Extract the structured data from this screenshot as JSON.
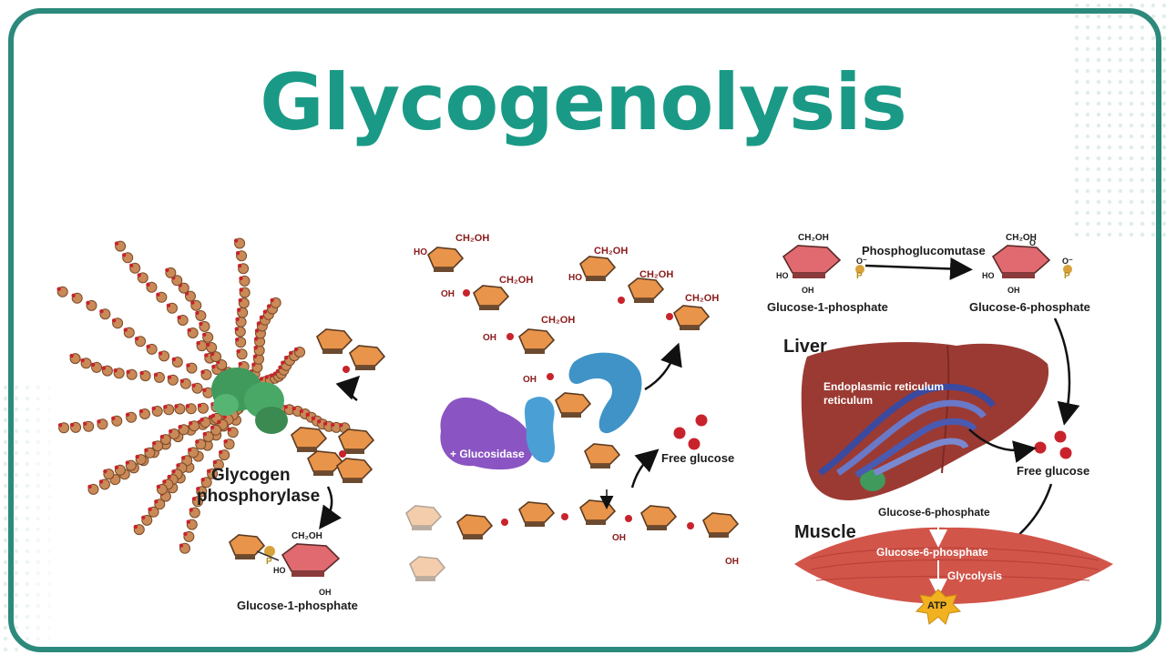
{
  "title": "Glycogenolysis",
  "colors": {
    "title": "#1a9a86",
    "frame": "#2b8a7c",
    "glucose_ring": "#e8944a",
    "glucose_ring_dark": "#4a3a2a",
    "phosphate_ring": "#e06a6f",
    "liver": "#9b3a33",
    "muscle": "#d2554a",
    "enzyme_green": "#3f9a5c",
    "glucosidase_purple": "#8a55c2",
    "debranching_blue": "#3f93c7",
    "red_oxygen": "#c8232c"
  },
  "left_panel": {
    "enzyme_label_line1": "Glycogen",
    "enzyme_label_line2": "phosphorylase",
    "product_label": "Glucose-1-phosphate",
    "ring_labels": {
      "ch2oh": "CH₂OH",
      "oh": "OH",
      "ho": "HO",
      "p": "P"
    }
  },
  "middle_panel": {
    "enzyme_label": "+ Glucosidase",
    "free_glucose_label": "Free glucose",
    "ch2oh": "CH₂OH",
    "oh": "OH",
    "ho": "HO"
  },
  "right_panel": {
    "glc1p_label": "Glucose-1-phosphate",
    "glc6p_label": "Glucose-6-phosphate",
    "enzyme_label": "Phosphoglucomutase",
    "liver_label": "Liver",
    "er_label_line1": "Endoplasmic reticulum",
    "er_label_line2": "reticulum",
    "liver_free_glucose": "Free glucose",
    "muscle_label": "Muscle",
    "muscle_g6p_top": "Glucose-6-phosphate",
    "muscle_g6p_mid": "Glucose-6-phosphate",
    "glycolysis_label": "Glycolysis",
    "atp_label": "ATP",
    "ring_ch2oh": "CH₂OH",
    "ring_oh": "OH",
    "ring_ho": "HO",
    "ring_o": "O",
    "ring_p": "P",
    "ring_ominus": "O⁻"
  }
}
